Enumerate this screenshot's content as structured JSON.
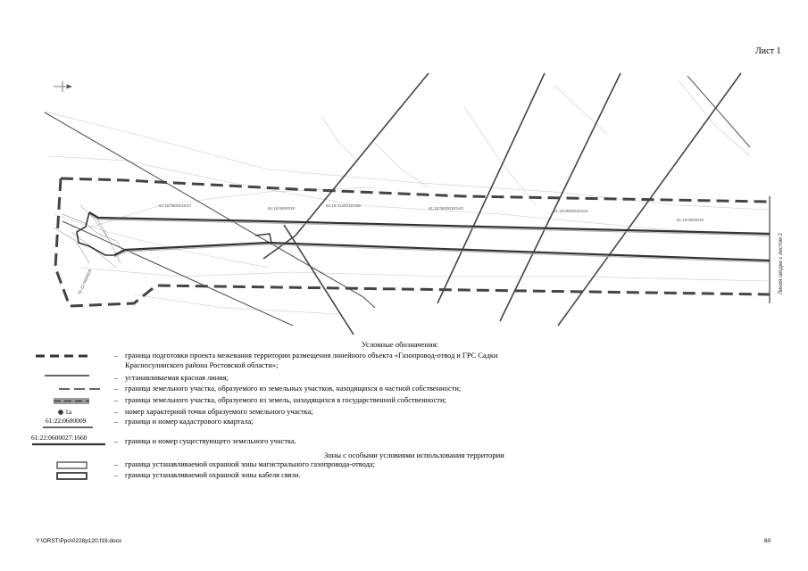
{
  "sheet_label": "Лист 1",
  "map": {
    "north_arrow": "north-arrow",
    "plot_labels": [
      "61:18:0600018:57",
      "61:18:0600018",
      "61:18:0100018:548",
      "61:18:0600018:543",
      "61:18:0600018:544",
      "61:18:0600018"
    ],
    "side_caption": "Линия сводки с листом 2",
    "left_label": "61:22:0600009"
  },
  "legend": {
    "title": "Условные обозначения:",
    "items": [
      {
        "dash": "–",
        "text": "граница подготовки проекта межевания территории размещения линейного объекта «Газопровод-отвод и ГРС Садки"
      },
      {
        "dash": "",
        "text": "Красносулинского района Ростовской области»;"
      },
      {
        "dash": "–",
        "text": "устанавливаемая красная линия;"
      },
      {
        "dash": "–",
        "text": "граница земельного участка, образуемого из земельных участков, находящихся в частной собственности;"
      },
      {
        "dash": "–",
        "text": "граница земельного участка, образуемого из земель, находящихся в государственной собственности;"
      },
      {
        "dash": "–",
        "text": "номер характерной точки образуемого земельного участка;"
      },
      {
        "dash": "–",
        "text": "граница и номер кадастрового квартала;"
      },
      {
        "dash": "–",
        "text": "граница и номер существующего земельного участка."
      }
    ],
    "point_label": "1а",
    "quarter_label": "61:22:0600009",
    "parcel_label": "61:22:0600027:1660"
  },
  "zones": {
    "title": "Зоны с особыми условиями использования территории",
    "items": [
      {
        "dash": "–",
        "text": "граница устанавливаемой охранной зоны магистрального газопровода-отвода;"
      },
      {
        "dash": "–",
        "text": "граница устанавливаемой охранной зоны кабеля связи."
      }
    ]
  },
  "footer": {
    "path": "Y:\\ORST\\Ppo\\0228p120.f19.docx",
    "page": "60"
  }
}
